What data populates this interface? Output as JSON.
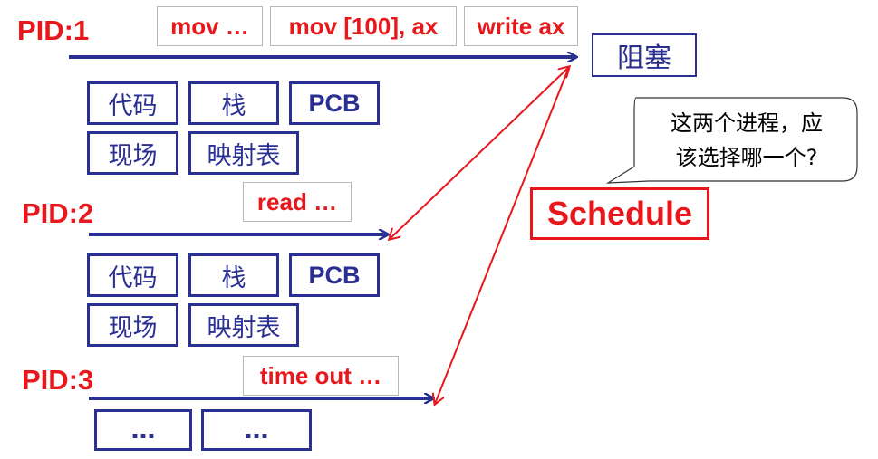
{
  "processes": [
    {
      "pid_label": "PID:1",
      "instructions": [
        "mov …",
        "mov [100], ax",
        "write ax"
      ],
      "structures": [
        [
          "代码",
          "栈",
          "PCB"
        ],
        [
          "现场",
          "映射表"
        ]
      ]
    },
    {
      "pid_label": "PID:2",
      "instructions": [
        "read …"
      ],
      "structures": [
        [
          "代码",
          "栈",
          "PCB"
        ],
        [
          "现场",
          "映射表"
        ]
      ]
    },
    {
      "pid_label": "PID:3",
      "instructions": [
        "time out …"
      ],
      "structures": [
        [
          "…",
          "…"
        ]
      ]
    }
  ],
  "blocked_label": "阻塞",
  "schedule_label": "Schedule",
  "callout": {
    "line1": "这两个进程，应",
    "line2": "该选择哪一个?"
  },
  "colors": {
    "red": "#e8171c",
    "blue": "#2a2f92"
  }
}
